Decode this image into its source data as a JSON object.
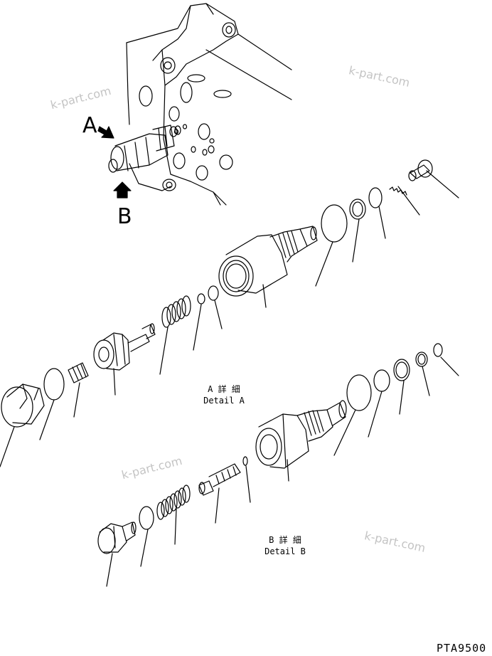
{
  "callouts": {
    "a": "A",
    "b": "B"
  },
  "details": {
    "a": {
      "line1": "A 詳 細",
      "line2": "Detail A"
    },
    "b": {
      "line1": "B 詳 細",
      "line2": "Detail B"
    }
  },
  "watermark": "k-part.com",
  "drawing_code": "PTA9500",
  "colors": {
    "line": "#000000",
    "watermark": "#c4c4c4"
  }
}
